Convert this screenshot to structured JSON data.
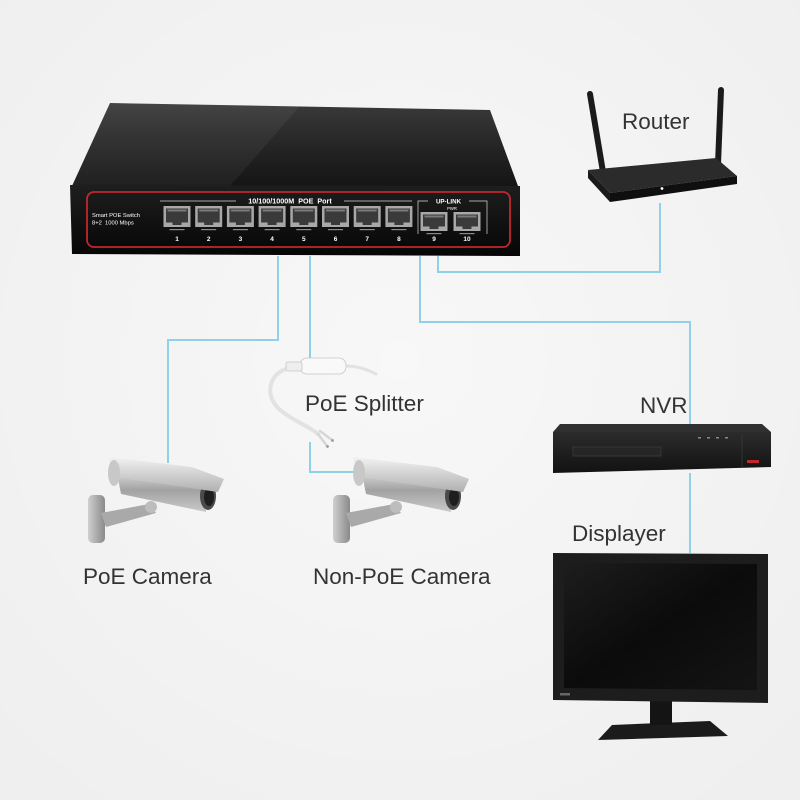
{
  "switch": {
    "model_line1": "Smart POE Switch",
    "model_line2": "8+2  1000 Mbps",
    "port_group_label": "10/100/1000M  POE  Port",
    "uplink_label": "UP-LINK",
    "pwr_label": "PWR",
    "ports": [
      "1",
      "2",
      "3",
      "4",
      "5",
      "6",
      "7",
      "8"
    ],
    "uplink_ports": [
      "9",
      "10"
    ]
  },
  "labels": {
    "router": "Router",
    "poe_splitter": "PoE Splitter",
    "nvr": "NVR",
    "displayer": "Displayer",
    "poe_camera": "PoE Camera",
    "non_poe_camera": "Non-PoE Camera"
  },
  "colors": {
    "background": "#efefef",
    "connection_line": "#8fd0ea",
    "switch_trim": "#c0282d"
  }
}
